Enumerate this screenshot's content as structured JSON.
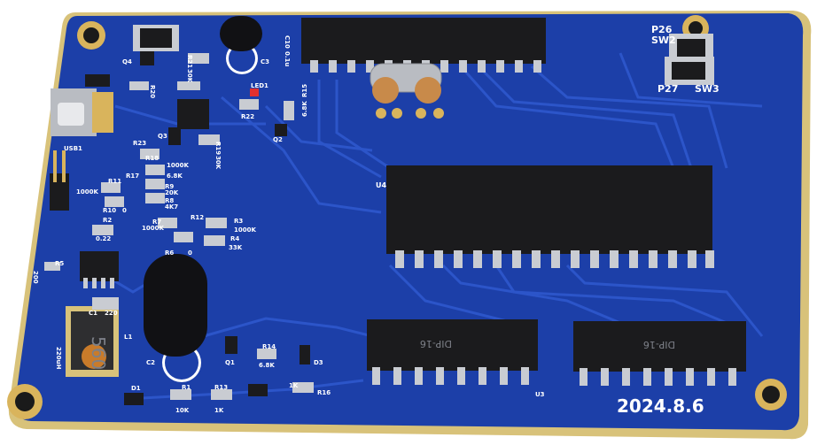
{
  "board": {
    "date": "2024.8.6",
    "colors": {
      "substrate": "#1c3fa8",
      "trace": "#2c55c9",
      "edge": "#d8c27a",
      "chip": "#1b1b1d",
      "pad": "#c9ccd2",
      "gold": "#d9b45c"
    }
  },
  "components": {
    "usb_label": "USB1",
    "u4_label": "U4",
    "u3_label": "U3",
    "dip_a": "DIP-16",
    "dip_b": "DIP-16",
    "inductor_value": "560",
    "inductor_rating": "220uH",
    "inductor_label": "L1",
    "cap_c2": "C2",
    "cap_c1": "C1",
    "cap_c1_val": "220",
    "sw_top_label": "P26",
    "sw_top_ref": "SW2",
    "sw_bot_label": "P27",
    "sw_bot_ref": "SW3",
    "led_label": "LED1",
    "q1": "Q1",
    "q2": "Q2",
    "q3": "Q3",
    "q4": "Q4",
    "d1": "D1",
    "d3": "D3",
    "r1": "R1",
    "r1_val": "10K",
    "r2": "R2",
    "r2_val": "0.22",
    "r3": "R3",
    "r3_val": "1000K",
    "r4": "R4",
    "r4_val": "33K",
    "r5": "R5",
    "r6": "R6",
    "r6_val": "0",
    "r7": "R7",
    "r7_val": "1000K",
    "r8": "R8",
    "r8_val": "4K7",
    "r9": "R9",
    "r9_val": "20K",
    "r10": "R10",
    "r10_val": "0",
    "r11": "R11",
    "r11_val": "1000K",
    "r12": "R12",
    "r13": "R13",
    "r13_val": "1K",
    "r14": "R14",
    "r14_val": "6.8K",
    "r15": "R15",
    "r15_val": "6.8K",
    "r16": "R16",
    "r16_val": "1K",
    "r17": "R17",
    "r17_val": "6.8K",
    "r18": "R18",
    "r18_val": "1000K",
    "r19": "R19",
    "r19_val": "30K",
    "r20": "R20",
    "r21": "R21",
    "r21_val": "30K",
    "r22": "R22",
    "r23": "R23",
    "r200": "200",
    "c10": "C10",
    "c10_val": "0.1u",
    "c3": "C3"
  }
}
